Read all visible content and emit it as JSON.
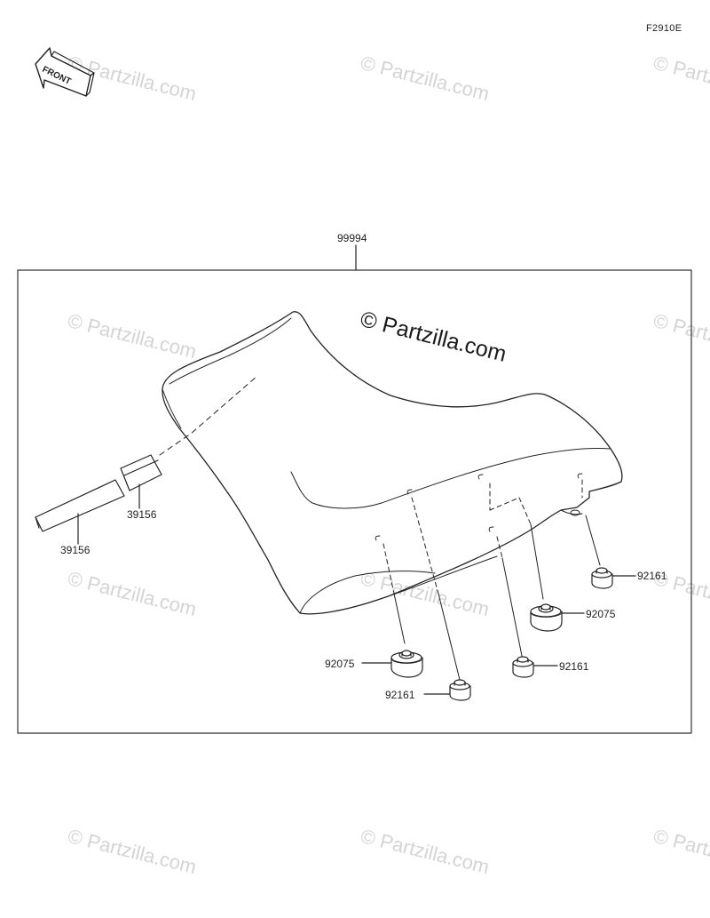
{
  "figure_code": "F2910E",
  "front_arrow": {
    "label": "FRONT"
  },
  "assembly": {
    "part_number": "99994"
  },
  "parts": [
    {
      "id": "strap-long",
      "number": "39156"
    },
    {
      "id": "strap-short",
      "number": "39156"
    },
    {
      "id": "cushion-right",
      "number": "92075"
    },
    {
      "id": "cushion-left",
      "number": "92075"
    },
    {
      "id": "damper-rear",
      "number": "92161"
    },
    {
      "id": "damper-right",
      "number": "92161"
    },
    {
      "id": "damper-left",
      "number": "92161"
    }
  ],
  "watermark": {
    "text": "© Partzilla.com",
    "main_text": "© Partzilla.com",
    "color": "#d4d4d4"
  }
}
